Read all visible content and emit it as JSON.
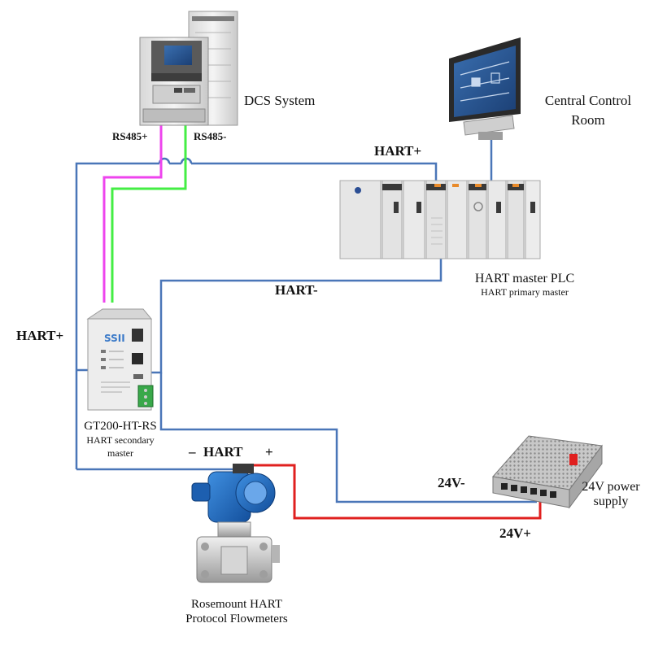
{
  "devices": {
    "dcs": {
      "label": "DCS System",
      "port_plus": "RS485+",
      "port_minus": "RS485-"
    },
    "control_room": {
      "label_line1": "Central Control",
      "label_line2": "Room"
    },
    "plc": {
      "label": "HART master PLC",
      "sublabel": "HART primary master"
    },
    "gateway": {
      "label": "GT200-HT-RS",
      "sublabel_line1": "HART secondary",
      "sublabel_line2": "master"
    },
    "flowmeter": {
      "label_line1": "Rosemount HART",
      "label_line2": "Protocol Flowmeters"
    },
    "power_supply": {
      "label_line1": "24V power",
      "label_line2": "supply"
    }
  },
  "wires": {
    "hart_plus_top": "HART+",
    "hart_minus_mid": "HART-",
    "hart_plus_left": "HART+",
    "hart_bottom": "HART",
    "hart_bottom_minus": "–",
    "hart_bottom_plus": "+",
    "v24_minus": "24V-",
    "v24_plus": "24V+"
  },
  "colors": {
    "hart_line": "#4a76b8",
    "rs485_plus": "#ee44ee",
    "rs485_minus": "#44ee44",
    "power_line": "#e0201f"
  }
}
